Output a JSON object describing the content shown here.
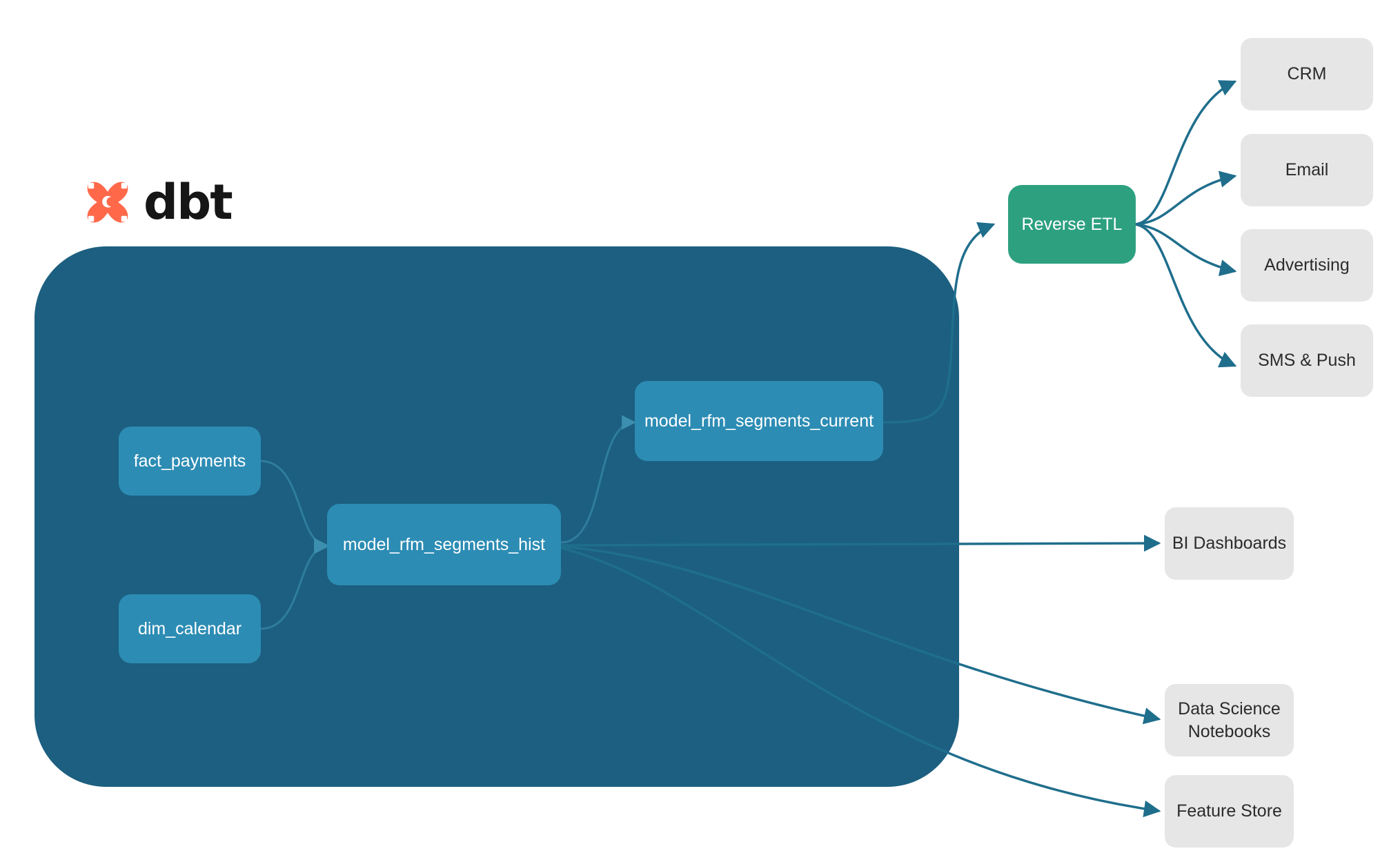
{
  "diagram": {
    "title": "dbt RFM segmentation lineage and activation diagram",
    "logo": {
      "mark_name": "dbt-logo-mark",
      "wordmark": "dbt",
      "mark_color": "#FF694A"
    },
    "warehouse": {
      "label": "",
      "color": "#1C5F80",
      "node_color": "#2C8CB4"
    },
    "models": [
      {
        "id": "fact_payments",
        "label": "fact_payments"
      },
      {
        "id": "dim_calendar",
        "label": "dim_calendar"
      },
      {
        "id": "model_rfm_segments_hist",
        "label": "model_rfm_segments_hist"
      },
      {
        "id": "model_rfm_segments_current",
        "label": "model_rfm_segments_current"
      }
    ],
    "reverse_etl": {
      "id": "reverse_etl",
      "label": "Reverse ETL",
      "color": "#2DA080"
    },
    "activation_targets": [
      {
        "id": "crm",
        "label": "CRM"
      },
      {
        "id": "email",
        "label": "Email"
      },
      {
        "id": "advertising",
        "label": "Advertising"
      },
      {
        "id": "sms_push",
        "label": "SMS & Push"
      }
    ],
    "analytics_targets": [
      {
        "id": "bi_dashboards",
        "label": "BI Dashboards"
      },
      {
        "id": "data_science_notebooks",
        "label": "Data Science\nNotebooks",
        "line1": "Data Science",
        "line2": "Notebooks"
      },
      {
        "id": "feature_store",
        "label": "Feature Store"
      }
    ],
    "edge_color": "#1F6E8C",
    "inner_edge_color": "#2F7D9E"
  }
}
